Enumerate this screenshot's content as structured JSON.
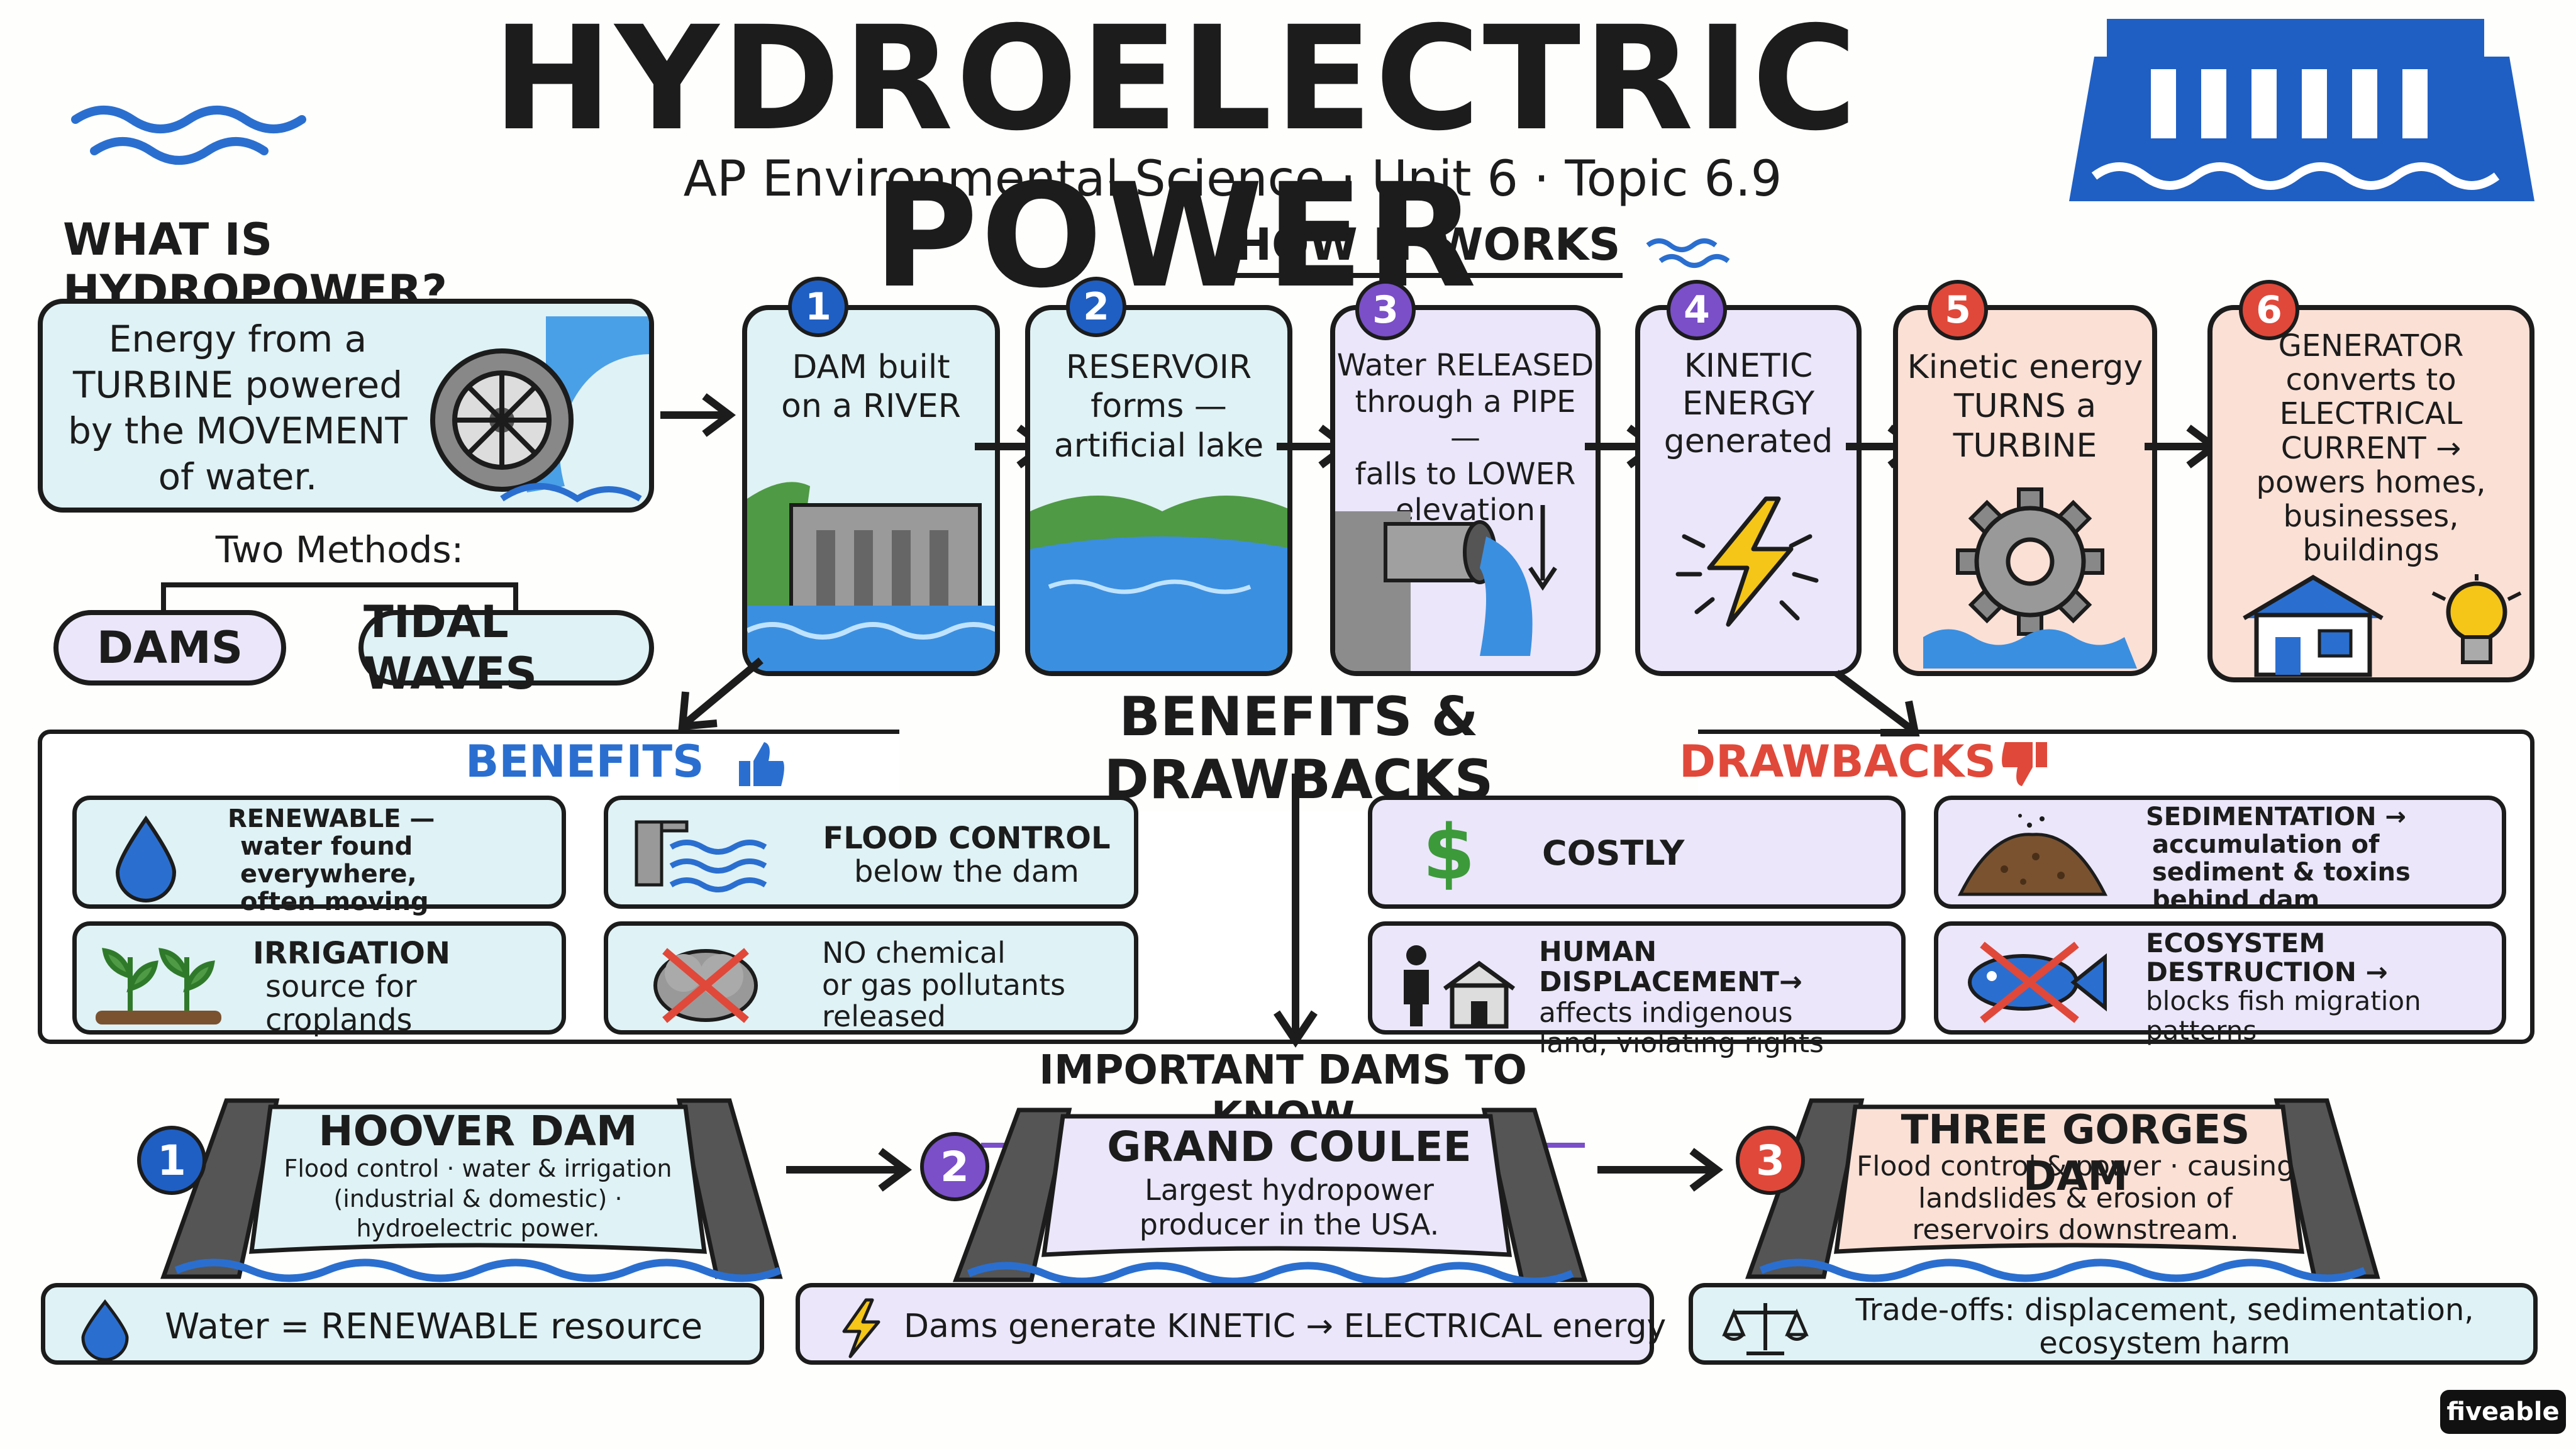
{
  "header": {
    "title": "HYDROELECTRIC POWER",
    "subtitle": "AP Environmental Science · Unit 6 · Topic 6.9"
  },
  "intro": {
    "heading": "WHAT IS HYDROPOWER?",
    "text_lines": [
      "Energy from a",
      "TURBINE powered",
      "by the MOVEMENT",
      "of water."
    ],
    "methods_label": "Two Methods:",
    "method_1": "DAMS",
    "method_2": "TIDAL WAVES"
  },
  "how_it_works": {
    "heading": "HOW IT WORKS",
    "steps": [
      {
        "num": "1",
        "lines": [
          "DAM built",
          "on a RIVER"
        ]
      },
      {
        "num": "2",
        "lines": [
          "RESERVOIR",
          "forms —",
          "artificial lake"
        ]
      },
      {
        "num": "3",
        "lines": [
          "Water RELEASED",
          "through a PIPE —",
          "falls to LOWER",
          "elevation"
        ]
      },
      {
        "num": "4",
        "lines": [
          "KINETIC",
          "ENERGY",
          "generated"
        ]
      },
      {
        "num": "5",
        "lines": [
          "Kinetic energy",
          "TURNS a",
          "TURBINE"
        ]
      },
      {
        "num": "6",
        "lines": [
          "GENERATOR",
          "converts to",
          "ELECTRICAL",
          "CURRENT →",
          "powers homes,",
          "businesses,",
          "buildings"
        ]
      }
    ]
  },
  "benefits_drawbacks": {
    "heading": "BENEFITS & DRAWBACKS",
    "benefits_label": "BENEFITS",
    "drawbacks_label": "DRAWBACKS",
    "benefits": [
      {
        "lines": [
          "RENEWABLE —",
          "water found",
          "everywhere,",
          "often moving"
        ]
      },
      {
        "lines": [
          "FLOOD CONTROL",
          "below the dam"
        ]
      },
      {
        "lines": [
          "IRRIGATION",
          "source for",
          "croplands"
        ]
      },
      {
        "lines": [
          "NO chemical",
          "or gas pollutants",
          "released"
        ]
      }
    ],
    "drawbacks": [
      {
        "lines": [
          "COSTLY"
        ]
      },
      {
        "lines": [
          "SEDIMENTATION →",
          "accumulation of",
          "sediment & toxins",
          "behind dam"
        ]
      },
      {
        "lines": [
          "HUMAN DISPLACEMENT→",
          "affects indigenous",
          "land, violating rights"
        ]
      },
      {
        "lines": [
          "ECOSYSTEM",
          "DESTRUCTION →",
          "blocks fish migration",
          "patterns"
        ]
      }
    ]
  },
  "important_dams": {
    "heading": "IMPORTANT DAMS TO KNOW",
    "dams": [
      {
        "num": "1",
        "name": "HOOVER DAM",
        "lines": [
          "Flood control · water & irrigation",
          "(industrial & domestic) ·",
          "hydroelectric power."
        ]
      },
      {
        "num": "2",
        "name": "GRAND COULEE",
        "lines": [
          "Largest hydropower",
          "producer in the USA."
        ]
      },
      {
        "num": "3",
        "name": "THREE GORGES DAM",
        "lines": [
          "Flood control & power · causing",
          "landslides & erosion of",
          "reservoirs downstream."
        ]
      }
    ]
  },
  "summary": {
    "items": [
      {
        "lines": [
          "Water = RENEWABLE resource"
        ]
      },
      {
        "lines": [
          "Dams generate KINETIC → ELECTRICAL energy"
        ]
      },
      {
        "lines": [
          "Trade-offs: displacement, sedimentation,",
          "ecosystem harm"
        ]
      }
    ]
  },
  "brand": "fiveable",
  "colors": {
    "blue": "#1f5fc4",
    "purple": "#7a4fc8",
    "red": "#e0483a",
    "benefit_text": "#2a6fd0",
    "drawback_text": "#e0483a",
    "cyan_fill": "#dff2f5",
    "lavender_fill": "#ebe6fa",
    "peach_fill": "#fbe0d6"
  },
  "icons": [
    "waves-icon",
    "dam-logo-icon",
    "water-wheel-icon",
    "dam-icon",
    "lake-icon",
    "pipe-icon",
    "lightning-icon",
    "gear-icon",
    "house-icon",
    "lightbulb-icon",
    "thumbs-up-icon",
    "thumbs-down-icon",
    "water-drop-icon",
    "flood-gate-icon",
    "sprout-icon",
    "no-pollution-icon",
    "dollar-icon",
    "person-house-icon",
    "dirt-pile-icon",
    "no-fish-icon",
    "scales-icon",
    "arrow-icon"
  ]
}
